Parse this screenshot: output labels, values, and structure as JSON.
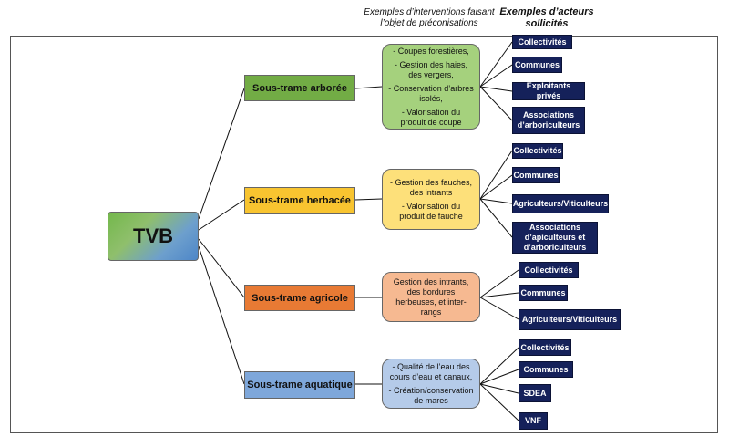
{
  "headers": {
    "interventions": "Exemples d’interventions faisant l’objet de préconisations",
    "actors": "Exemples d’acteurs sollicités"
  },
  "root": "TVB",
  "branches": [
    {
      "label": "Sous-trame arborée",
      "interventions": [
        "- Coupes forestières,",
        "- Gestion des haies, des vergers,",
        "- Conservation d’arbres isolés,",
        "- Valorisation du produit de coupe"
      ],
      "actors": [
        "Collectivités",
        "Communes",
        "Exploitants privés",
        "Associations d’arboriculteurs"
      ]
    },
    {
      "label": "Sous-trame herbacée",
      "interventions": [
        "- Gestion des fauches, des intrants",
        "- Valorisation du produit de fauche"
      ],
      "actors": [
        "Collectivités",
        "Communes",
        "Agriculteurs/Viticulteurs",
        "Associations d’apiculteurs et d’arboriculteurs"
      ]
    },
    {
      "label": "Sous-trame agricole",
      "interventions": [
        "Gestion des intrants, des bordures herbeuses, et inter-rangs"
      ],
      "actors": [
        "Collectivités",
        "Communes",
        "Agriculteurs/Viticulteurs"
      ]
    },
    {
      "label": "Sous-trame aquatique",
      "interventions": [
        "- Qualité de l’eau des cours d’eau et canaux,",
        "- Création/conservation de mares"
      ],
      "actors": [
        "Collectivités",
        "Communes",
        "SDEA",
        "VNF"
      ]
    }
  ]
}
